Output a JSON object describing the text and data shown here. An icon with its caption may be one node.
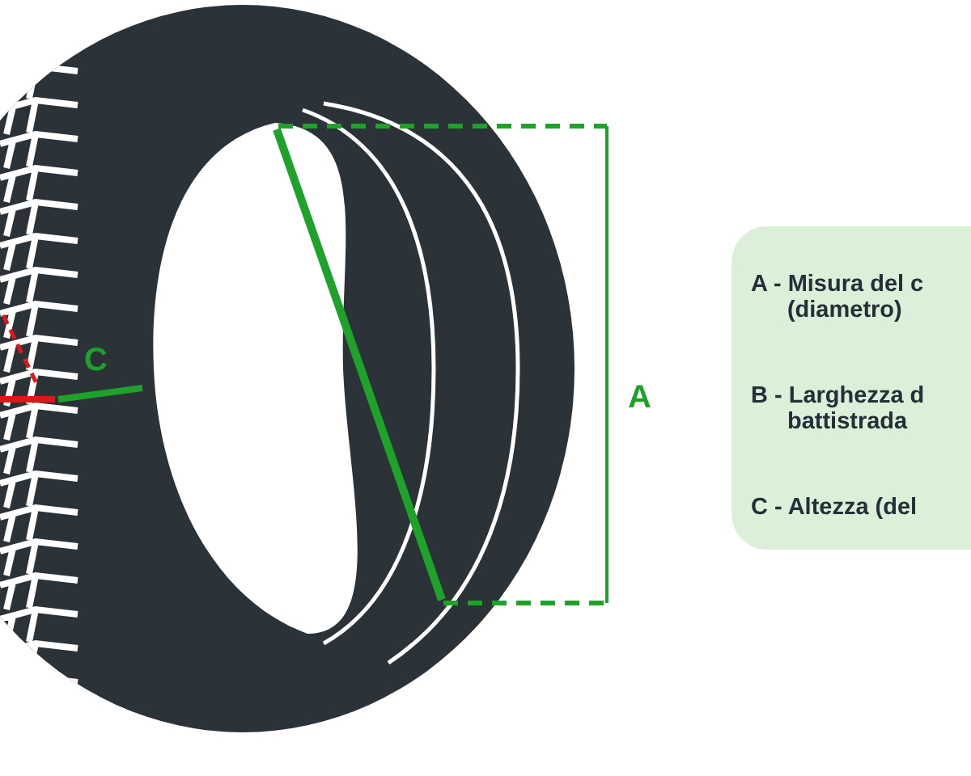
{
  "diagram": {
    "nodes": [
      {
        "text": [
          "A - Misura del c (diametro)",
          "B - Larghezza d battistrada",
          "C - Altezza (del"
        ]
      }
    ],
    "labels": [
      "C",
      "A"
    ]
  }
}
